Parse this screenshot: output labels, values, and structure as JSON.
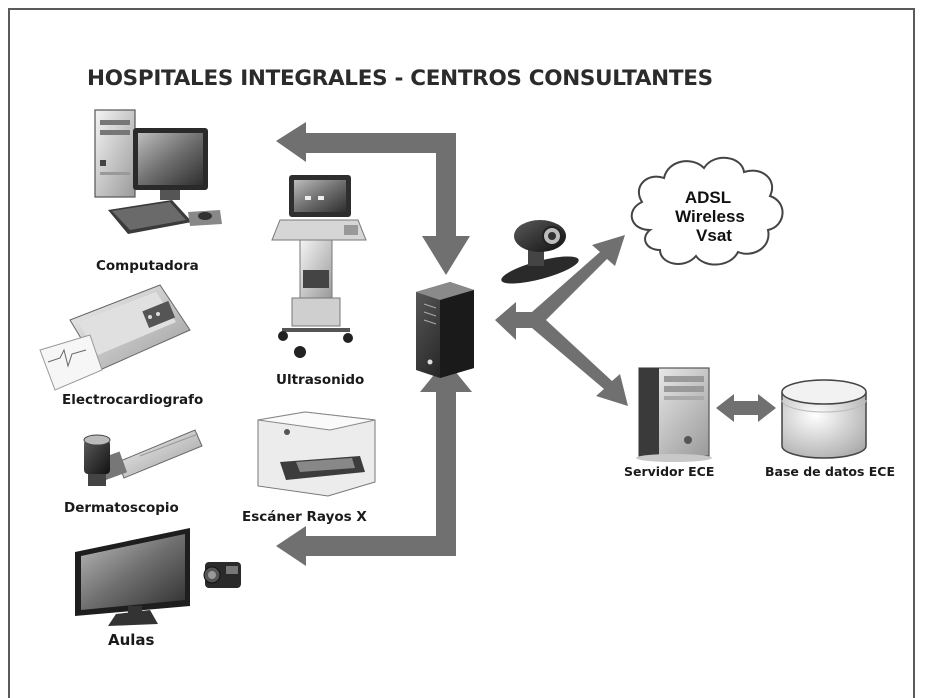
{
  "title": "HOSPITALES INTEGRALES - CENTROS CONSULTANTES",
  "labels": {
    "computadora": "Computadora",
    "ultrasonido": "Ultrasonido",
    "electrocardiografo": "Electrocardiografo",
    "dermatoscopio": "Dermatoscopio",
    "escaner": "Escáner Rayos X",
    "aulas": "Aulas",
    "servidor": "Servidor ECE",
    "base_datos": "Base de datos ECE"
  },
  "cloud": {
    "line1": "ADSL",
    "line2": "Wireless",
    "line3": "Vsat"
  },
  "colors": {
    "arrow": "#707070",
    "frame": "#5a5a5a",
    "text": "#1a1a1a"
  }
}
